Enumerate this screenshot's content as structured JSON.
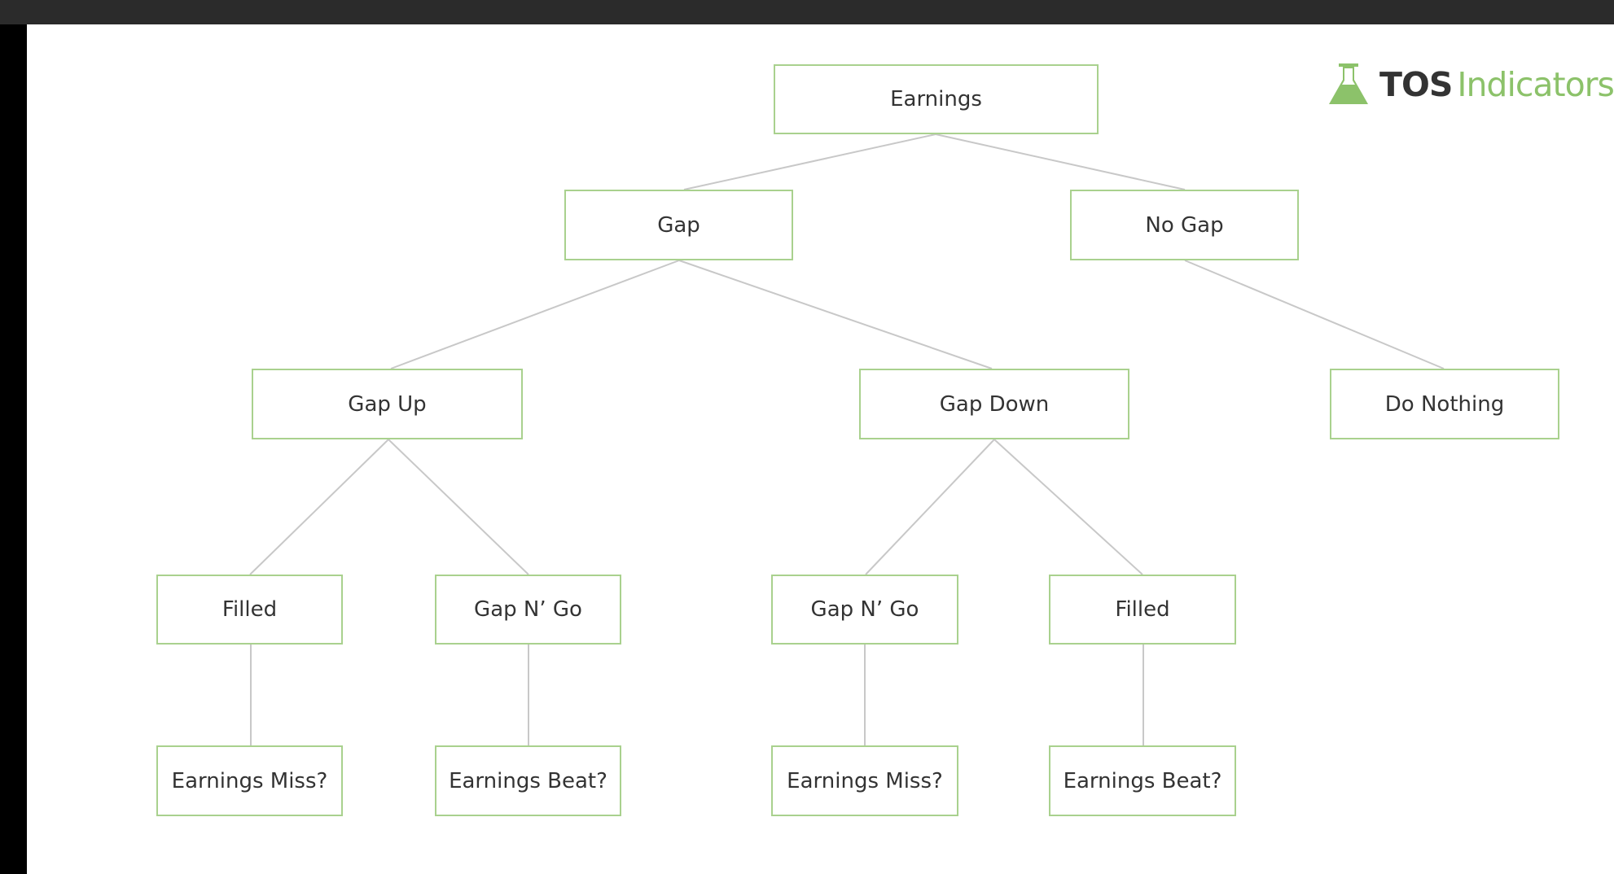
{
  "logo": {
    "brand": "TOS",
    "product": "Indicators"
  },
  "colors": {
    "node_border": "#a9d18e",
    "connector": "#c8c8c8",
    "logo_green": "#8cc26a"
  },
  "tree": {
    "root": "Earnings",
    "gap": "Gap",
    "no_gap": "No Gap",
    "gap_up": "Gap Up",
    "gap_down": "Gap Down",
    "do_nothing": "Do Nothing",
    "up_filled": "Filled",
    "up_gap_n_go": "Gap N’ Go",
    "down_gap_n_go": "Gap N’ Go",
    "down_filled": "Filled",
    "up_filled_outcome": "Earnings Miss?",
    "up_gap_n_go_outcome": "Earnings Beat?",
    "down_gap_n_go_outcome": "Earnings Miss?",
    "down_filled_outcome": "Earnings Beat?"
  }
}
